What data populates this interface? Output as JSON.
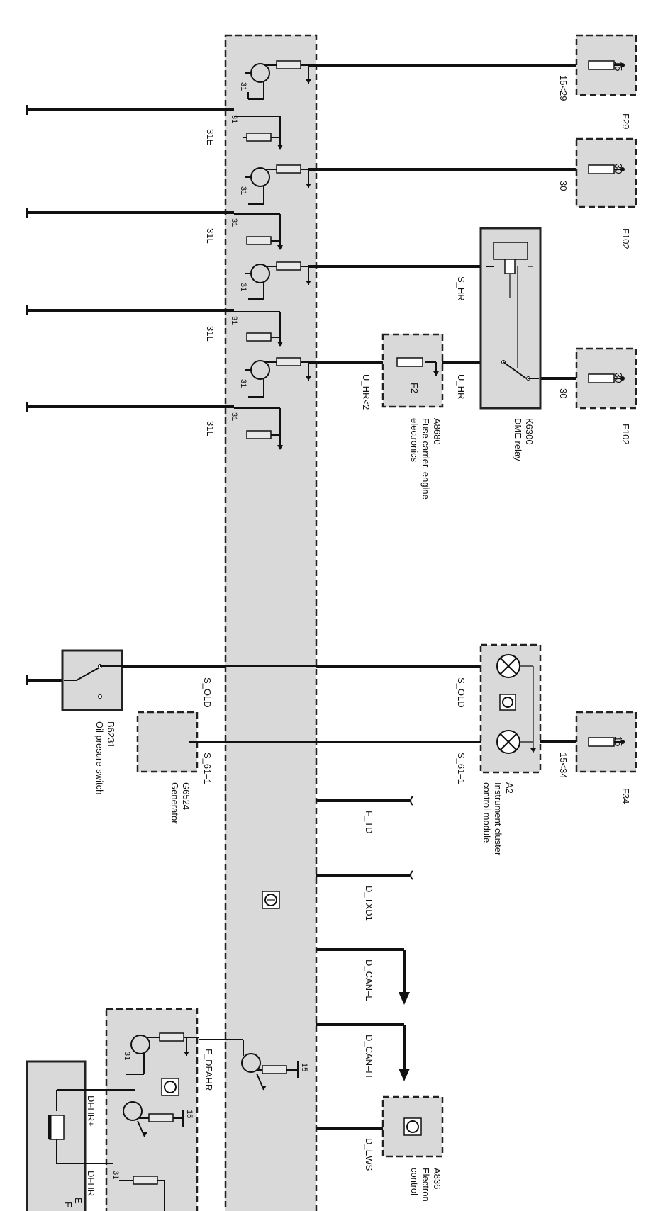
{
  "main_module": {
    "wires_31": [
      "31E",
      "31L",
      "31L",
      "31L"
    ],
    "pin_31": "31",
    "pin_15": "15"
  },
  "fuses": [
    {
      "id": "F29",
      "pin": "15",
      "wire": "15<29"
    },
    {
      "id": "F102",
      "pin": "30",
      "wire": "30"
    },
    {
      "id": "F102",
      "pin": "30",
      "wire": "30"
    },
    {
      "id": "F34",
      "pin": "15",
      "wire": "15<34"
    }
  ],
  "dme_relay": {
    "id": "K6300",
    "name": "DME relay",
    "signal": "S_HR",
    "supply": "30"
  },
  "fuse_carrier": {
    "id": "A8680",
    "fuse": "F2",
    "name_line1": "Fuse carrier, engine",
    "name_line2": "electronics",
    "wire_in": "U_HR<2",
    "wire_out": "U_HR"
  },
  "oil_switch": {
    "id": "B6231",
    "name": "Oil presure switch",
    "signal": "S_OLD"
  },
  "generator": {
    "id": "G6524",
    "name": "Generator",
    "signal": "S_61–1"
  },
  "instrument_cluster": {
    "id": "A2",
    "name_line1": "Instrument cluster",
    "name_line2": "control module",
    "signal_oil": "S_OLD",
    "signal_gen": "S_61–1"
  },
  "bus_lines": [
    "F_TD",
    "D_TXD1",
    "D_CAN–L",
    "D_CAN–H",
    "D_EWS"
  ],
  "lower_module": {
    "signal": "F_DFAHR",
    "pin_15": "15",
    "pin_31": "31"
  },
  "ews_module": {
    "id": "A836",
    "name_line1": "Electron",
    "name_line2": "control"
  },
  "bottom_left": {
    "wire_plus": "DFHR+",
    "wire_minus": "DFHR",
    "cut_line1": "E",
    "cut_line2": "F"
  }
}
